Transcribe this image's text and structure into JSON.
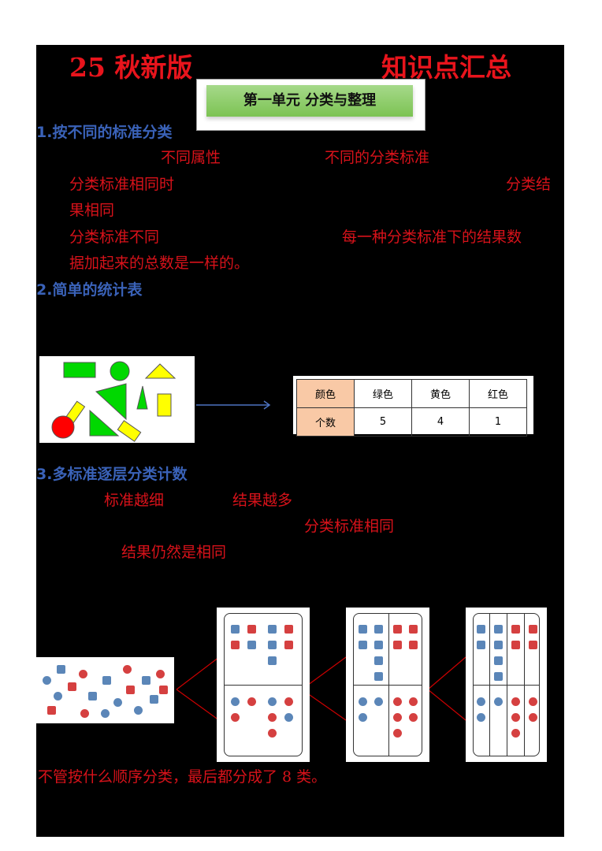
{
  "header": {
    "left": "25 秋新版",
    "right": "知识点汇总"
  },
  "banner": "第一单元  分类与整理",
  "s1": {
    "heading": "1.按不同的标准分类",
    "l1a": "不同属性",
    "l1b": "不同的分类标准",
    "l2a": "分类标准相同时",
    "l2b": "分类结",
    "l3": "果相同",
    "l4a": "分类标准不同",
    "l4b": "每一种分类标准下的结果数",
    "l5": "据加起来的总数是一样的。"
  },
  "s2": {
    "heading": "2.简单的统计表",
    "table": {
      "header": [
        "颜色",
        "绿色",
        "黄色",
        "红色"
      ],
      "row": [
        "个数",
        "5",
        "4",
        "1"
      ]
    }
  },
  "s3": {
    "heading": "3.多标准逐层分类计数",
    "l1a": "标准越细",
    "l1b": "结果越多",
    "l2": "分类标准相同",
    "l3": "结果仍然是相同"
  },
  "conclusion": "不管按什么顺序分类，最后都分成了 8 类。",
  "colors": {
    "red": "#d8121a",
    "blue": "#3a62b8",
    "green": "#00d800",
    "yellow": "#ffff00"
  }
}
